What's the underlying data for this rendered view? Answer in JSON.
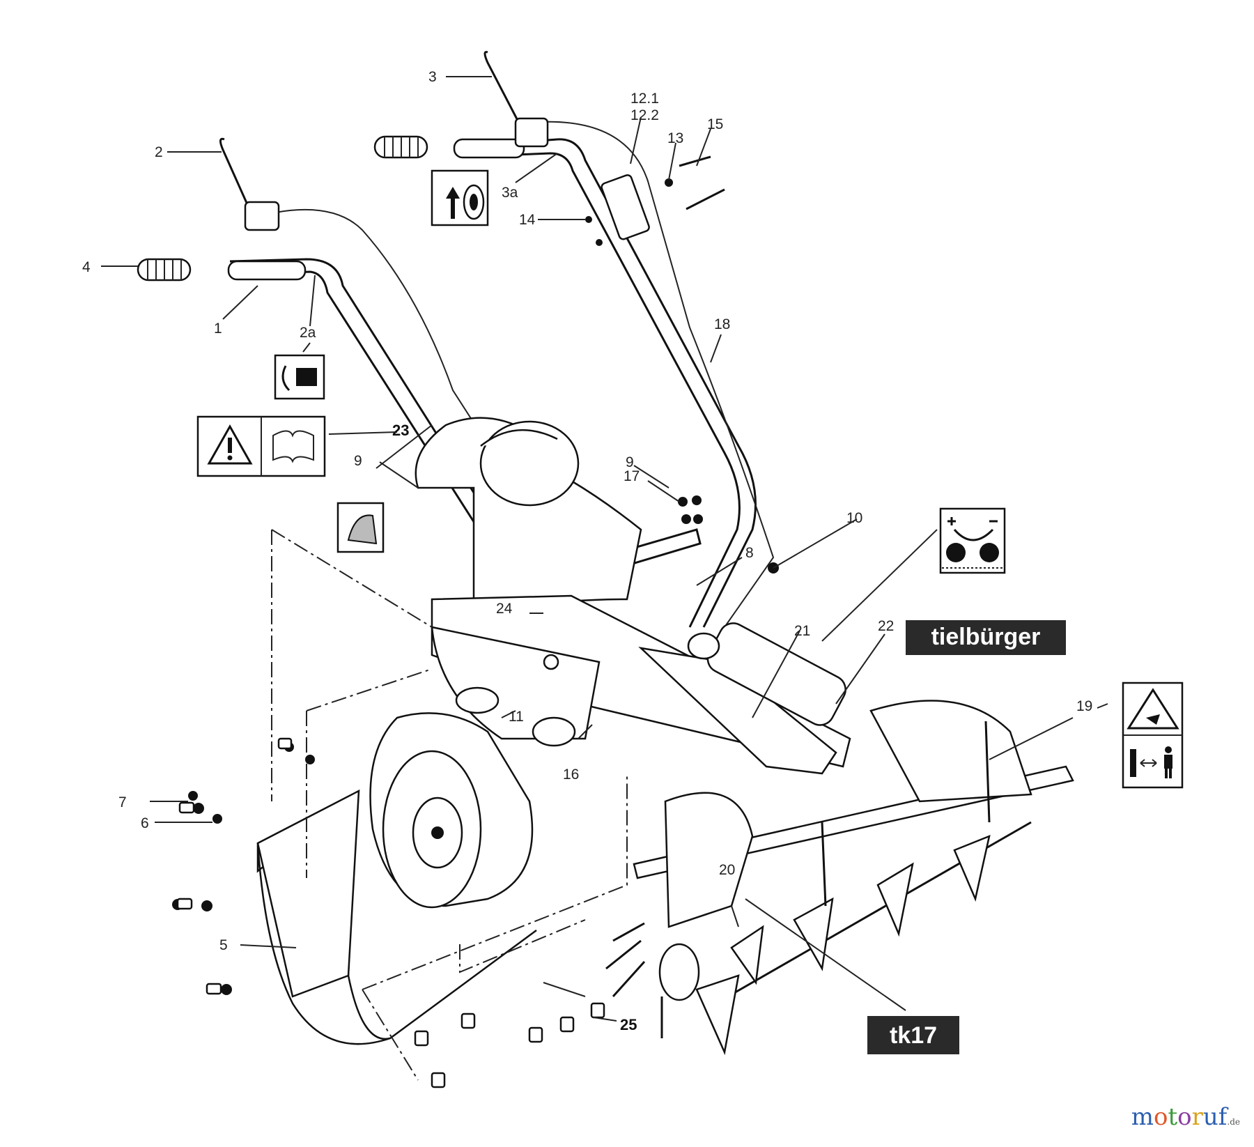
{
  "callouts": [
    {
      "id": "c-1",
      "text": "1"
    },
    {
      "id": "c-2",
      "text": "2"
    },
    {
      "id": "c-2a",
      "text": "2a"
    },
    {
      "id": "c-3",
      "text": "3"
    },
    {
      "id": "c-3a",
      "text": "3a"
    },
    {
      "id": "c-4",
      "text": "4"
    },
    {
      "id": "c-5",
      "text": "5"
    },
    {
      "id": "c-6",
      "text": "6"
    },
    {
      "id": "c-7",
      "text": "7"
    },
    {
      "id": "c-8",
      "text": "8"
    },
    {
      "id": "c-9a",
      "text": "9"
    },
    {
      "id": "c-9b",
      "text": "9"
    },
    {
      "id": "c-10",
      "text": "10"
    },
    {
      "id": "c-11",
      "text": "11"
    },
    {
      "id": "c-12-1",
      "text": "12.1"
    },
    {
      "id": "c-12-2",
      "text": "12.2"
    },
    {
      "id": "c-13",
      "text": "13"
    },
    {
      "id": "c-14",
      "text": "14"
    },
    {
      "id": "c-15",
      "text": "15"
    },
    {
      "id": "c-16",
      "text": "16"
    },
    {
      "id": "c-17",
      "text": "17"
    },
    {
      "id": "c-18",
      "text": "18"
    },
    {
      "id": "c-19",
      "text": "19"
    },
    {
      "id": "c-20",
      "text": "20"
    },
    {
      "id": "c-21",
      "text": "21"
    },
    {
      "id": "c-22",
      "text": "22"
    },
    {
      "id": "c-23",
      "text": "23"
    },
    {
      "id": "c-24",
      "text": "24"
    },
    {
      "id": "c-25",
      "text": "25"
    }
  ],
  "brand_label": "tielbürger",
  "model_badge": "tk17",
  "watermark": {
    "letters": [
      "m",
      "o",
      "t",
      "o",
      "r",
      "u",
      "f"
    ],
    "suffix": ".de"
  }
}
